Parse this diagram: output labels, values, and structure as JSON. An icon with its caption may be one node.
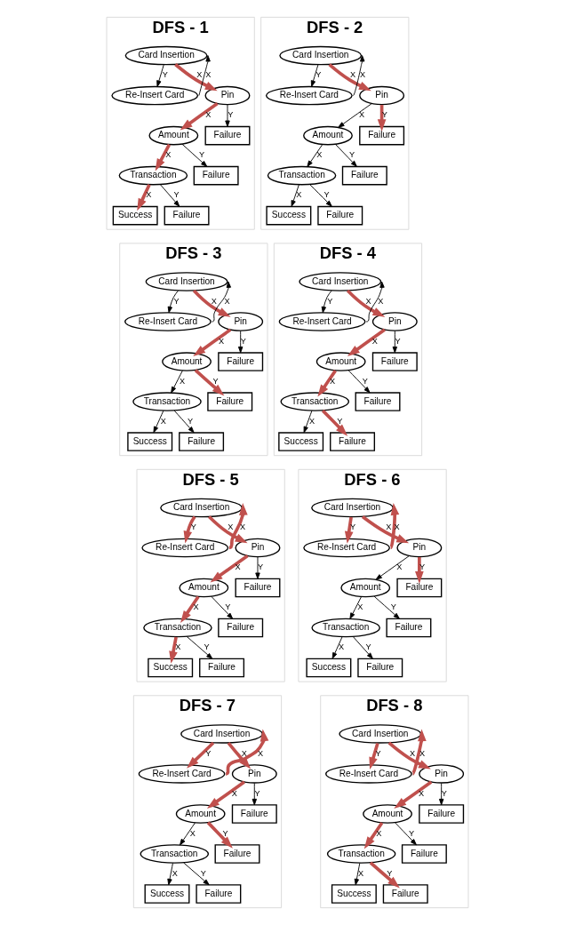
{
  "diagram": {
    "nodes": [
      {
        "text": [
          "DFS - 1"
        ]
      },
      {
        "text": [
          "Card Insertion"
        ],
        "in": 0
      },
      {
        "text": [
          "Re-Insert Card"
        ],
        "in": 0
      },
      {
        "text": [
          "Pin"
        ],
        "in": 0
      },
      {
        "text": [
          "Failure"
        ],
        "in": 0
      },
      {
        "text": [
          "Amount"
        ],
        "in": 0
      },
      {
        "text": [
          "Failure"
        ],
        "in": 0
      },
      {
        "text": [
          "Transaction"
        ],
        "in": 0
      },
      {
        "text": [
          "Success"
        ],
        "in": 0
      },
      {
        "text": [
          "Failure"
        ],
        "in": 0
      },
      {
        "text": [
          "DFS - 2"
        ]
      },
      {
        "text": [
          "Card Insertion"
        ],
        "in": 10
      },
      {
        "text": [
          "Re-Insert Card"
        ],
        "in": 10
      },
      {
        "text": [
          "Pin"
        ],
        "in": 10
      },
      {
        "text": [
          "Failure"
        ],
        "in": 10
      },
      {
        "text": [
          "Amount"
        ],
        "in": 10
      },
      {
        "text": [
          "Failure"
        ],
        "in": 10
      },
      {
        "text": [
          "Transaction"
        ],
        "in": 10
      },
      {
        "text": [
          "Success"
        ],
        "in": 10
      },
      {
        "text": [
          "Failure"
        ],
        "in": 10
      },
      {
        "text": [
          "DFS - 3"
        ]
      },
      {
        "text": [
          "Card Insertion"
        ],
        "in": 20
      },
      {
        "text": [
          "Re-Insert Card"
        ],
        "in": 20
      },
      {
        "text": [
          "Pin"
        ],
        "in": 20
      },
      {
        "text": [
          "Failure"
        ],
        "in": 20
      },
      {
        "text": [
          "Amount"
        ],
        "in": 20
      },
      {
        "text": [
          "Failure"
        ],
        "in": 20
      },
      {
        "text": [
          "Transaction"
        ],
        "in": 20
      },
      {
        "text": [
          "Success"
        ],
        "in": 20
      },
      {
        "text": [
          "Failure"
        ],
        "in": 20
      },
      {
        "text": [
          "DFS - 4"
        ]
      },
      {
        "text": [
          "Card Insertion"
        ],
        "in": 30
      },
      {
        "text": [
          "Re-Insert Card"
        ],
        "in": 30
      },
      {
        "text": [
          "Pin"
        ],
        "in": 30
      },
      {
        "text": [
          "Failure"
        ],
        "in": 30
      },
      {
        "text": [
          "Amount"
        ],
        "in": 30
      },
      {
        "text": [
          "Failure"
        ],
        "in": 30
      },
      {
        "text": [
          "Transaction"
        ],
        "in": 30
      },
      {
        "text": [
          "Success"
        ],
        "in": 30
      },
      {
        "text": [
          "Failure"
        ],
        "in": 30
      },
      {
        "text": [
          "DFS - 5"
        ]
      },
      {
        "text": [
          "Card Insertion"
        ],
        "in": 40
      },
      {
        "text": [
          "Re-Insert Card"
        ],
        "in": 40
      },
      {
        "text": [
          "Pin"
        ],
        "in": 40
      },
      {
        "text": [
          "Failure"
        ],
        "in": 40
      },
      {
        "text": [
          "Amount"
        ],
        "in": 40
      },
      {
        "text": [
          "Failure"
        ],
        "in": 40
      },
      {
        "text": [
          "Transaction"
        ],
        "in": 40
      },
      {
        "text": [
          "Success"
        ],
        "in": 40
      },
      {
        "text": [
          "Failure"
        ],
        "in": 40
      },
      {
        "text": [
          "DFS - 6"
        ]
      },
      {
        "text": [
          "Card Insertion"
        ],
        "in": 50
      },
      {
        "text": [
          "Re-Insert Card"
        ],
        "in": 50
      },
      {
        "text": [
          "Pin"
        ],
        "in": 50
      },
      {
        "text": [
          "Failure"
        ],
        "in": 50
      },
      {
        "text": [
          "Amount"
        ],
        "in": 50
      },
      {
        "text": [
          "Failure"
        ],
        "in": 50
      },
      {
        "text": [
          "Transaction"
        ],
        "in": 50
      },
      {
        "text": [
          "Success"
        ],
        "in": 50
      },
      {
        "text": [
          "Failure"
        ],
        "in": 50
      },
      {
        "text": [
          "DFS - 7"
        ]
      },
      {
        "text": [
          "Card Insertion"
        ],
        "in": 60
      },
      {
        "text": [
          "Re-Insert Card"
        ],
        "in": 60
      },
      {
        "text": [
          "Pin"
        ],
        "in": 60
      },
      {
        "text": [
          "Failure"
        ],
        "in": 60
      },
      {
        "text": [
          "Amount"
        ],
        "in": 60
      },
      {
        "text": [
          "Failure"
        ],
        "in": 60
      },
      {
        "text": [
          "Transaction"
        ],
        "in": 60
      },
      {
        "text": [
          "Success"
        ],
        "in": 60
      },
      {
        "text": [
          "Failure"
        ],
        "in": 60
      },
      {
        "text": [
          "DFS - 8"
        ]
      },
      {
        "text": [
          "Card Insertion"
        ],
        "in": 70
      },
      {
        "text": [
          "Re-Insert Card"
        ],
        "in": 70
      },
      {
        "text": [
          "Pin"
        ],
        "in": 70
      },
      {
        "text": [
          "Failure"
        ],
        "in": 70
      },
      {
        "text": [
          "Amount"
        ],
        "in": 70
      },
      {
        "text": [
          "Failure"
        ],
        "in": 70
      },
      {
        "text": [
          "Transaction"
        ],
        "in": 70
      },
      {
        "text": [
          "Success"
        ],
        "in": 70
      },
      {
        "text": [
          "Failure"
        ],
        "in": 70
      }
    ],
    "edges": [
      {
        "from": 1,
        "to": 3,
        "arrow": "to",
        "label": "X",
        "style": "thick",
        "color": "#c0504d"
      },
      {
        "from": 1,
        "to": 2,
        "arrow": "to",
        "label": "Y"
      },
      {
        "from": 2,
        "to": 1,
        "arrow": "to",
        "label": "X"
      },
      {
        "from": 3,
        "to": 5,
        "arrow": "to",
        "label": "X",
        "style": "thick",
        "color": "#c0504d"
      },
      {
        "from": 3,
        "to": 4,
        "arrow": "to",
        "label": "Y"
      },
      {
        "from": 5,
        "to": 7,
        "arrow": "to",
        "label": "X",
        "style": "thick",
        "color": "#c0504d"
      },
      {
        "from": 5,
        "to": 6,
        "arrow": "to",
        "label": "Y"
      },
      {
        "from": 7,
        "to": 8,
        "arrow": "to",
        "label": "X",
        "style": "thick",
        "color": "#c0504d"
      },
      {
        "from": 7,
        "to": 9,
        "arrow": "to",
        "label": "Y"
      },
      {
        "from": 11,
        "to": 13,
        "arrow": "to",
        "label": "X",
        "style": "thick",
        "color": "#c0504d"
      },
      {
        "from": 11,
        "to": 12,
        "arrow": "to",
        "label": "Y"
      },
      {
        "from": 12,
        "to": 11,
        "arrow": "to",
        "label": "X"
      },
      {
        "from": 13,
        "to": 15,
        "arrow": "to",
        "label": "X"
      },
      {
        "from": 13,
        "to": 14,
        "arrow": "to",
        "label": "Y",
        "style": "thick",
        "color": "#c0504d"
      },
      {
        "from": 15,
        "to": 17,
        "arrow": "to",
        "label": "X"
      },
      {
        "from": 15,
        "to": 16,
        "arrow": "to",
        "label": "Y"
      },
      {
        "from": 17,
        "to": 18,
        "arrow": "to",
        "label": "X"
      },
      {
        "from": 17,
        "to": 19,
        "arrow": "to",
        "label": "Y"
      },
      {
        "from": 21,
        "to": 23,
        "arrow": "to",
        "label": "X",
        "style": "thick",
        "color": "#c0504d"
      },
      {
        "from": 21,
        "to": 22,
        "arrow": "to",
        "label": "Y"
      },
      {
        "from": 22,
        "to": 21,
        "arrow": "to",
        "label": "X"
      },
      {
        "from": 23,
        "to": 25,
        "arrow": "to",
        "label": "X",
        "style": "thick",
        "color": "#c0504d"
      },
      {
        "from": 23,
        "to": 24,
        "arrow": "to",
        "label": "Y"
      },
      {
        "from": 25,
        "to": 27,
        "arrow": "to",
        "label": "X"
      },
      {
        "from": 25,
        "to": 26,
        "arrow": "to",
        "label": "Y",
        "style": "thick",
        "color": "#c0504d"
      },
      {
        "from": 27,
        "to": 28,
        "arrow": "to",
        "label": "X"
      },
      {
        "from": 27,
        "to": 29,
        "arrow": "to",
        "label": "Y"
      },
      {
        "from": 31,
        "to": 33,
        "arrow": "to",
        "label": "X",
        "style": "thick",
        "color": "#c0504d"
      },
      {
        "from": 31,
        "to": 32,
        "arrow": "to",
        "label": "Y"
      },
      {
        "from": 32,
        "to": 31,
        "arrow": "to",
        "label": "X"
      },
      {
        "from": 33,
        "to": 35,
        "arrow": "to",
        "label": "X",
        "style": "thick",
        "color": "#c0504d"
      },
      {
        "from": 33,
        "to": 34,
        "arrow": "to",
        "label": "Y"
      },
      {
        "from": 35,
        "to": 37,
        "arrow": "to",
        "label": "X",
        "style": "thick",
        "color": "#c0504d"
      },
      {
        "from": 35,
        "to": 36,
        "arrow": "to",
        "label": "Y"
      },
      {
        "from": 37,
        "to": 38,
        "arrow": "to",
        "label": "X"
      },
      {
        "from": 37,
        "to": 39,
        "arrow": "to",
        "label": "Y",
        "style": "thick",
        "color": "#c0504d"
      },
      {
        "from": 41,
        "to": 43,
        "arrow": "to",
        "label": "X",
        "style": "thick",
        "color": "#c0504d"
      },
      {
        "from": 41,
        "to": 42,
        "arrow": "to",
        "label": "Y",
        "style": "thick",
        "color": "#c0504d"
      },
      {
        "from": 42,
        "to": 41,
        "arrow": "to",
        "label": "X",
        "style": "thick",
        "color": "#c0504d"
      },
      {
        "from": 43,
        "to": 45,
        "arrow": "to",
        "label": "X",
        "style": "thick",
        "color": "#c0504d"
      },
      {
        "from": 43,
        "to": 44,
        "arrow": "to",
        "label": "Y"
      },
      {
        "from": 45,
        "to": 47,
        "arrow": "to",
        "label": "X",
        "style": "thick",
        "color": "#c0504d"
      },
      {
        "from": 45,
        "to": 46,
        "arrow": "to",
        "label": "Y"
      },
      {
        "from": 47,
        "to": 48,
        "arrow": "to",
        "label": "X",
        "style": "thick",
        "color": "#c0504d"
      },
      {
        "from": 47,
        "to": 49,
        "arrow": "to",
        "label": "Y"
      },
      {
        "from": 51,
        "to": 53,
        "arrow": "to",
        "label": "X",
        "style": "thick",
        "color": "#c0504d"
      },
      {
        "from": 51,
        "to": 52,
        "arrow": "to",
        "label": "Y",
        "style": "thick",
        "color": "#c0504d"
      },
      {
        "from": 52,
        "to": 51,
        "arrow": "to",
        "label": "X",
        "style": "thick",
        "color": "#c0504d"
      },
      {
        "from": 53,
        "to": 55,
        "arrow": "to",
        "label": "X"
      },
      {
        "from": 53,
        "to": 54,
        "arrow": "to",
        "label": "Y",
        "style": "thick",
        "color": "#c0504d"
      },
      {
        "from": 55,
        "to": 57,
        "arrow": "to",
        "label": "X"
      },
      {
        "from": 55,
        "to": 56,
        "arrow": "to",
        "label": "Y"
      },
      {
        "from": 57,
        "to": 58,
        "arrow": "to",
        "label": "X"
      },
      {
        "from": 57,
        "to": 59,
        "arrow": "to",
        "label": "Y"
      },
      {
        "from": 61,
        "to": 63,
        "arrow": "to",
        "label": "X",
        "style": "thick",
        "color": "#c0504d"
      },
      {
        "from": 61,
        "to": 62,
        "arrow": "to",
        "label": "Y",
        "style": "thick",
        "color": "#c0504d"
      },
      {
        "from": 62,
        "to": 61,
        "arrow": "to",
        "label": "X",
        "style": "thick",
        "color": "#c0504d"
      },
      {
        "from": 63,
        "to": 65,
        "arrow": "to",
        "label": "X",
        "style": "thick",
        "color": "#c0504d"
      },
      {
        "from": 63,
        "to": 64,
        "arrow": "to",
        "label": "Y"
      },
      {
        "from": 65,
        "to": 67,
        "arrow": "to",
        "label": "X"
      },
      {
        "from": 65,
        "to": 66,
        "arrow": "to",
        "label": "Y",
        "style": "thick",
        "color": "#c0504d"
      },
      {
        "from": 67,
        "to": 68,
        "arrow": "to",
        "label": "X"
      },
      {
        "from": 67,
        "to": 69,
        "arrow": "to",
        "label": "Y"
      },
      {
        "from": 71,
        "to": 73,
        "arrow": "to",
        "label": "X",
        "style": "thick",
        "color": "#c0504d"
      },
      {
        "from": 71,
        "to": 72,
        "arrow": "to",
        "label": "Y",
        "style": "thick",
        "color": "#c0504d"
      },
      {
        "from": 72,
        "to": 71,
        "arrow": "to",
        "label": "X",
        "style": "thick",
        "color": "#c0504d"
      },
      {
        "from": 73,
        "to": 75,
        "arrow": "to",
        "label": "X",
        "style": "thick",
        "color": "#c0504d"
      },
      {
        "from": 73,
        "to": 74,
        "arrow": "to",
        "label": "Y"
      },
      {
        "from": 75,
        "to": 77,
        "arrow": "to",
        "label": "X",
        "style": "thick",
        "color": "#c0504d"
      },
      {
        "from": 75,
        "to": 76,
        "arrow": "to",
        "label": "Y"
      },
      {
        "from": 77,
        "to": 78,
        "arrow": "to",
        "label": "X"
      },
      {
        "from": 77,
        "to": 79,
        "arrow": "to",
        "label": "Y",
        "style": "thick",
        "color": "#c0504d"
      }
    ]
  }
}
